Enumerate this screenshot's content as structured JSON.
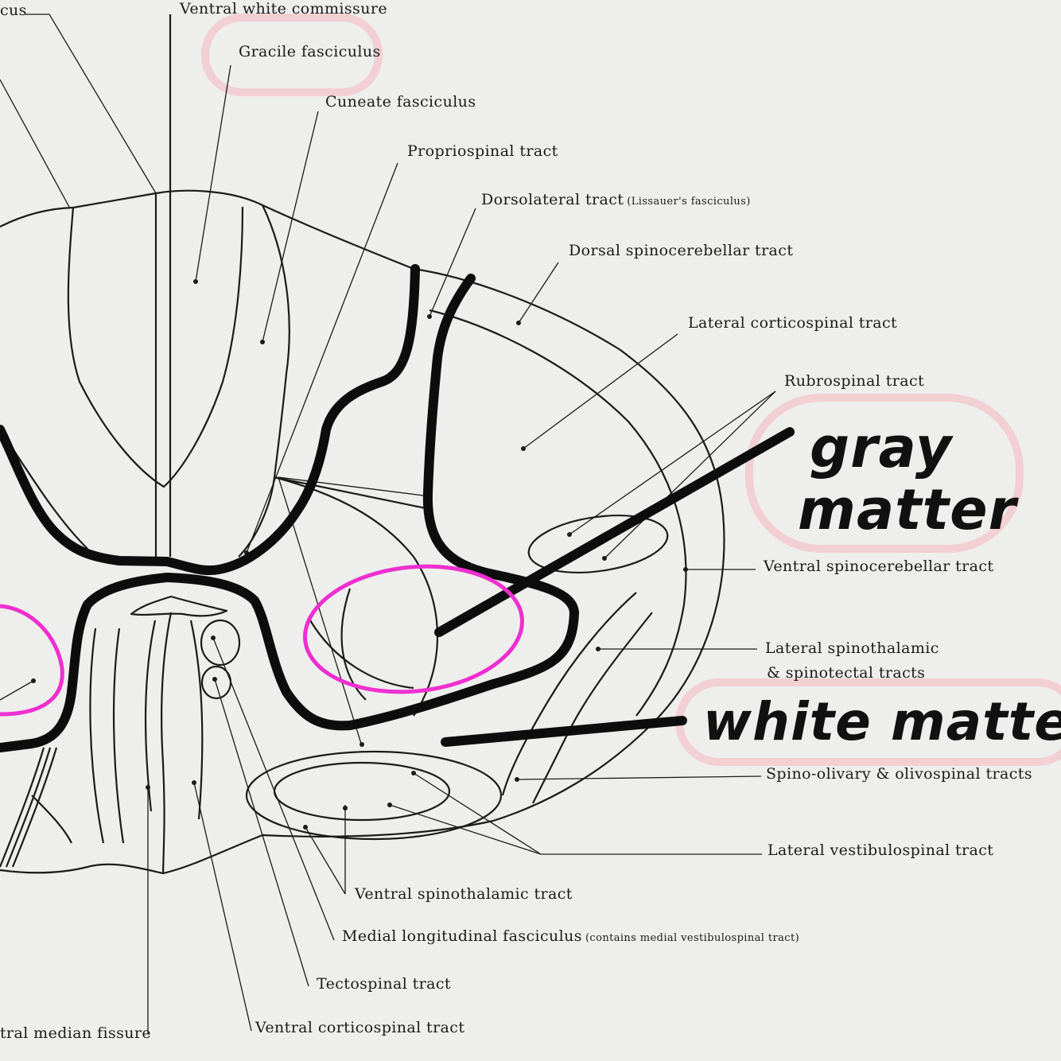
{
  "labels": {
    "fasciculus_cut": "cus",
    "ventral_white_commissure": "Ventral white commissure",
    "gracile_fasciculus": "Gracile fasciculus",
    "cuneate_fasciculus": "Cuneate fasciculus",
    "propriospinal_tract": "Propriospinal tract",
    "dorsolateral_tract": "Dorsolateral tract",
    "dorsolateral_note": "(Lissauer's fasciculus)",
    "dorsal_spinocerebellar": "Dorsal spinocerebellar tract",
    "lateral_corticospinal": "Lateral corticospinal tract",
    "rubrospinal": "Rubrospinal tract",
    "ventral_spinocerebellar": "Ventral spinocerebellar tract",
    "lateral_spinothalamic_1": "Lateral spinothalamic",
    "lateral_spinothalamic_2": "& spinotectal tracts",
    "spino_olivary": "Spino-olivary & olivospinal tracts",
    "lateral_vestibulospinal": "Lateral vestibulospinal tract",
    "ventral_spinothalamic": "Ventral spinothalamic tract",
    "medial_longitudinal": "Medial longitudinal fasciculus",
    "medial_longitudinal_note": "(contains medial vestibulospinal tract)",
    "tectospinal": "Tectospinal tract",
    "ventral_corticospinal": "Ventral corticospinal tract",
    "ventral_median_fissure_cut": "tral median fissure"
  },
  "annotations": {
    "gray_matter_1": "gray",
    "gray_matter_2": "matter",
    "white_matter": "white matter"
  },
  "colors": {
    "paper": "#eeeeec",
    "ink": "#1b1b1b",
    "marker": "#0d0d0d",
    "highlight_pink": "#f2cfd3",
    "circle_magenta": "#ee2fd0"
  }
}
